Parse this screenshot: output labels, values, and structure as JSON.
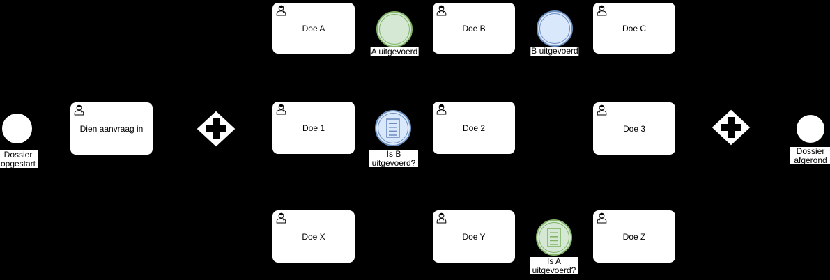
{
  "diagram": {
    "kind": "bpmn-process",
    "background_color": "#000000",
    "colors": {
      "shape_fill": "#ffffff",
      "shape_stroke": "#000000",
      "event_green_fill": "#d5e8d4",
      "event_green_stroke": "#82b366",
      "event_blue_fill": "#dae8fc",
      "event_blue_stroke": "#6c8ebf"
    },
    "start_event": {
      "label": "Dossier opgestart"
    },
    "end_event": {
      "label": "Dossier afgerond"
    },
    "tasks": [
      {
        "label": "Dien aanvraag in",
        "type": "user-task"
      },
      {
        "label": "Doe A",
        "type": "user-task"
      },
      {
        "label": "Doe B",
        "type": "user-task"
      },
      {
        "label": "Doe C",
        "type": "user-task"
      },
      {
        "label": "Doe 1",
        "type": "user-task"
      },
      {
        "label": "Doe 2",
        "type": "user-task"
      },
      {
        "label": "Doe 3",
        "type": "user-task"
      },
      {
        "label": "Doe X",
        "type": "user-task"
      },
      {
        "label": "Doe Y",
        "type": "user-task"
      },
      {
        "label": "Doe Z",
        "type": "user-task"
      }
    ],
    "intermediate_events": [
      {
        "label": "A uitgevoerd",
        "color": "green",
        "icon": "none"
      },
      {
        "label": "B uitgevoerd",
        "color": "blue",
        "icon": "none"
      },
      {
        "label": "Is B uitgevoerd?",
        "color": "blue",
        "icon": "conditional-list"
      },
      {
        "label": "Is A uitgevoerd?",
        "color": "green",
        "icon": "conditional-list"
      }
    ],
    "gateways": [
      {
        "type": "parallel",
        "marker": "plus"
      },
      {
        "type": "parallel",
        "marker": "plus"
      }
    ]
  }
}
